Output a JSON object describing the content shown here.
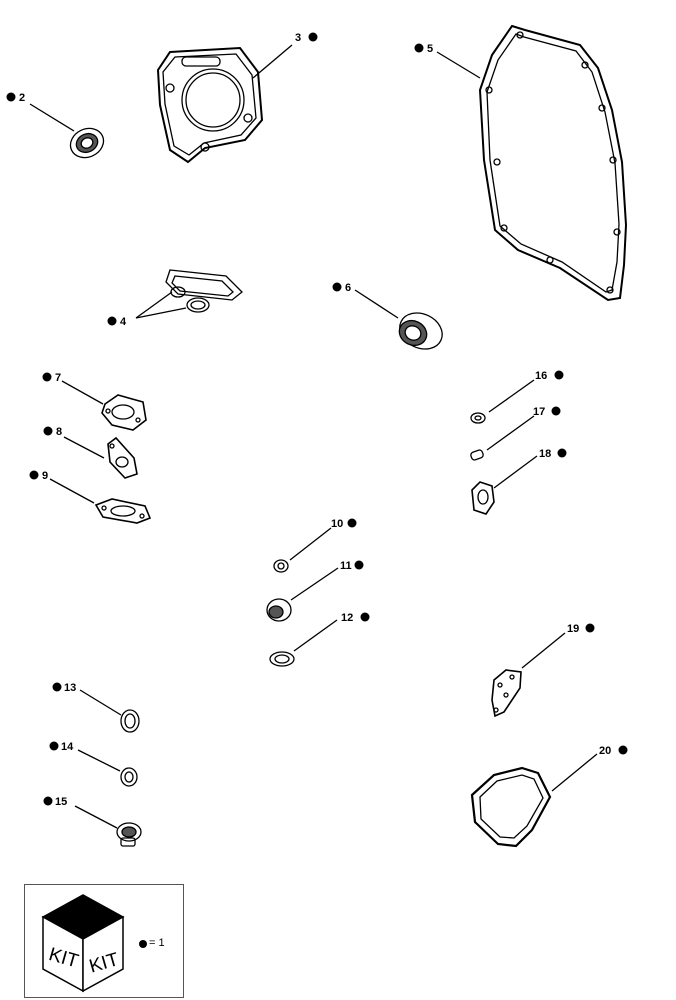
{
  "callouts": [
    "2",
    "3",
    "4",
    "5",
    "6",
    "7",
    "8",
    "9",
    "10",
    "11",
    "12",
    "13",
    "14",
    "15",
    "16",
    "17",
    "18",
    "19",
    "20"
  ],
  "legend": {
    "kit_label_left": "KIT",
    "kit_label_right": "KIT",
    "equals_text": "= 1"
  }
}
